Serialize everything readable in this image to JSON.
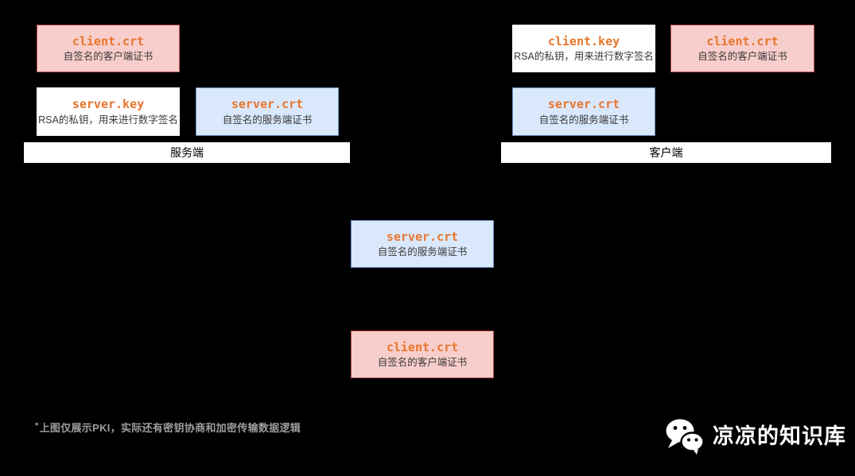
{
  "canvas": {
    "background": "#000000"
  },
  "colors": {
    "pink_fill": "#f8cecc",
    "pink_border": "#b85450",
    "blue_fill": "#dae8fc",
    "blue_border": "#6c8ebf",
    "white_fill": "#ffffff",
    "title_orange": "#e8762d",
    "subtitle_dark": "#3a3a3a",
    "footnote_gray": "#9d9d9d",
    "watermark_white": "#ffffff"
  },
  "server_panel": {
    "label": "服务端",
    "boxes": [
      {
        "file": "client.crt",
        "desc": "自签名的客户端证书",
        "variant": "pink"
      },
      {
        "file": "server.key",
        "desc": "RSA的私钥，用来进行数字签名",
        "variant": "white"
      },
      {
        "file": "server.crt",
        "desc": "自签名的服务端证书",
        "variant": "blue"
      }
    ]
  },
  "client_panel": {
    "label": "客户端",
    "boxes": [
      {
        "file": "client.key",
        "desc": "RSA的私钥，用来进行数字签名",
        "variant": "white"
      },
      {
        "file": "client.crt",
        "desc": "自签名的客户端证书",
        "variant": "pink"
      },
      {
        "file": "server.crt",
        "desc": "自签名的服务端证书",
        "variant": "blue"
      }
    ]
  },
  "exchange_boxes": [
    {
      "file": "server.crt",
      "desc": "自签名的服务端证书",
      "variant": "blue"
    },
    {
      "file": "client.crt",
      "desc": "自签名的客户端证书",
      "variant": "pink"
    }
  ],
  "footnote": {
    "marker": "*",
    "text": "上图仅展示PKI，实际还有密钥协商和加密传输数据逻辑"
  },
  "watermark": {
    "icon": "wechat-icon",
    "text": "凉凉的知识库"
  }
}
